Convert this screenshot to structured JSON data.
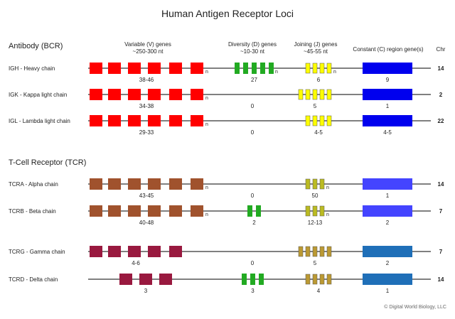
{
  "title": "Human Antigen Receptor Loci",
  "sections": [
    {
      "label": "Antibody (BCR)"
    },
    {
      "label": "T-Cell Receptor (TCR)"
    }
  ],
  "column_headers": {
    "v": {
      "line1": "Variable (V) genes",
      "line2": "~250-300 nt"
    },
    "d": {
      "line1": "Diversity (D) genes",
      "line2": "~10-30 nt"
    },
    "j": {
      "line1": "Joining (J) genes",
      "line2": "~45-55 nt"
    },
    "c": {
      "line1": "Constant (C) region gene(s)",
      "line2": ""
    },
    "chr": "Chr"
  },
  "colors": {
    "ig_v": "#ff0000",
    "tcr_v": "#a0522d",
    "tcr_gd_v": "#99193f",
    "d": "#22aa22",
    "ig_j": "#ffff00",
    "tcr_ab_j": "#bbbb22",
    "tcr_gd_j": "#bb9933",
    "ig_c": "#0000ee",
    "tcr_ab_c": "#4444ff",
    "tcr_gd_c": "#1f6fb8",
    "line": "#000000"
  },
  "loci": [
    {
      "label": "IGH - Heavy chain",
      "chr": "14",
      "v": {
        "count": "38-46",
        "n": "n",
        "color": "ig_v"
      },
      "d": {
        "count": "27",
        "n": "n",
        "color": "d",
        "boxes": 5
      },
      "j": {
        "count": "6",
        "n": "n",
        "color": "ig_j",
        "boxes": 4
      },
      "c": {
        "count": "9",
        "color": "ig_c"
      }
    },
    {
      "label": "IGK - Kappa light chain",
      "chr": "2",
      "v": {
        "count": "34-38",
        "n": "n",
        "color": "ig_v"
      },
      "d": {
        "count": "0",
        "n": "",
        "color": "d",
        "boxes": 0
      },
      "j": {
        "count": "5",
        "n": "",
        "color": "ig_j",
        "boxes": 5
      },
      "c": {
        "count": "1",
        "color": "ig_c"
      }
    },
    {
      "label": "IGL - Lambda light chain",
      "chr": "22",
      "v": {
        "count": "29-33",
        "n": "n",
        "color": "ig_v"
      },
      "d": {
        "count": "0",
        "n": "",
        "color": "d",
        "boxes": 0
      },
      "j": {
        "count": "4-5",
        "n": "",
        "color": "ig_j",
        "boxes": 4
      },
      "c": {
        "count": "4-5",
        "color": "ig_c"
      }
    },
    {
      "label": "TCRA - Alpha chain",
      "chr": "14",
      "v": {
        "count": "43-45",
        "n": "n",
        "color": "tcr_v"
      },
      "d": {
        "count": "0",
        "n": "",
        "color": "d",
        "boxes": 0
      },
      "j": {
        "count": "50",
        "n": "n",
        "color": "tcr_ab_j",
        "boxes": 3
      },
      "c": {
        "count": "1",
        "color": "tcr_ab_c"
      }
    },
    {
      "label": "TCRB - Beta chain",
      "chr": "7",
      "v": {
        "count": "40-48",
        "n": "n",
        "color": "tcr_v"
      },
      "d": {
        "count": "2",
        "n": "",
        "color": "d",
        "boxes": 2
      },
      "j": {
        "count": "12-13",
        "n": "n",
        "color": "tcr_ab_j",
        "boxes": 3
      },
      "c": {
        "count": "2",
        "color": "tcr_ab_c"
      }
    },
    {
      "label": "TCRG - Gamma chain",
      "chr": "7",
      "v": {
        "count": "4-6",
        "n": "",
        "color": "tcr_gd_v"
      },
      "d": {
        "count": "0",
        "n": "",
        "color": "d",
        "boxes": 0
      },
      "j": {
        "count": "5",
        "n": "",
        "color": "tcr_gd_j",
        "boxes": 5
      },
      "c": {
        "count": "2",
        "color": "tcr_gd_c"
      }
    },
    {
      "label": "TCRD - Delta chain",
      "chr": "14",
      "v": {
        "count": "3",
        "n": "",
        "color": "tcr_gd_v"
      },
      "d": {
        "count": "3",
        "n": "",
        "color": "d",
        "boxes": 3
      },
      "j": {
        "count": "4",
        "n": "",
        "color": "tcr_gd_j",
        "boxes": 4
      },
      "c": {
        "count": "1",
        "color": "tcr_gd_c"
      }
    }
  ],
  "credit": "© Digital World Biology, LLC"
}
